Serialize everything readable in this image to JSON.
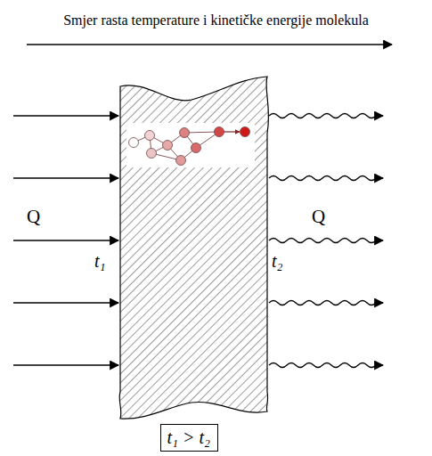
{
  "diagram": {
    "title": "Smjer rasta temperature i kinetičke energije molekula",
    "nodes": [
      {
        "text": [
          "t₁ > t₂"
        ]
      }
    ],
    "labels": [
      "Q",
      "t₁",
      "t₂",
      "Q"
    ]
  }
}
